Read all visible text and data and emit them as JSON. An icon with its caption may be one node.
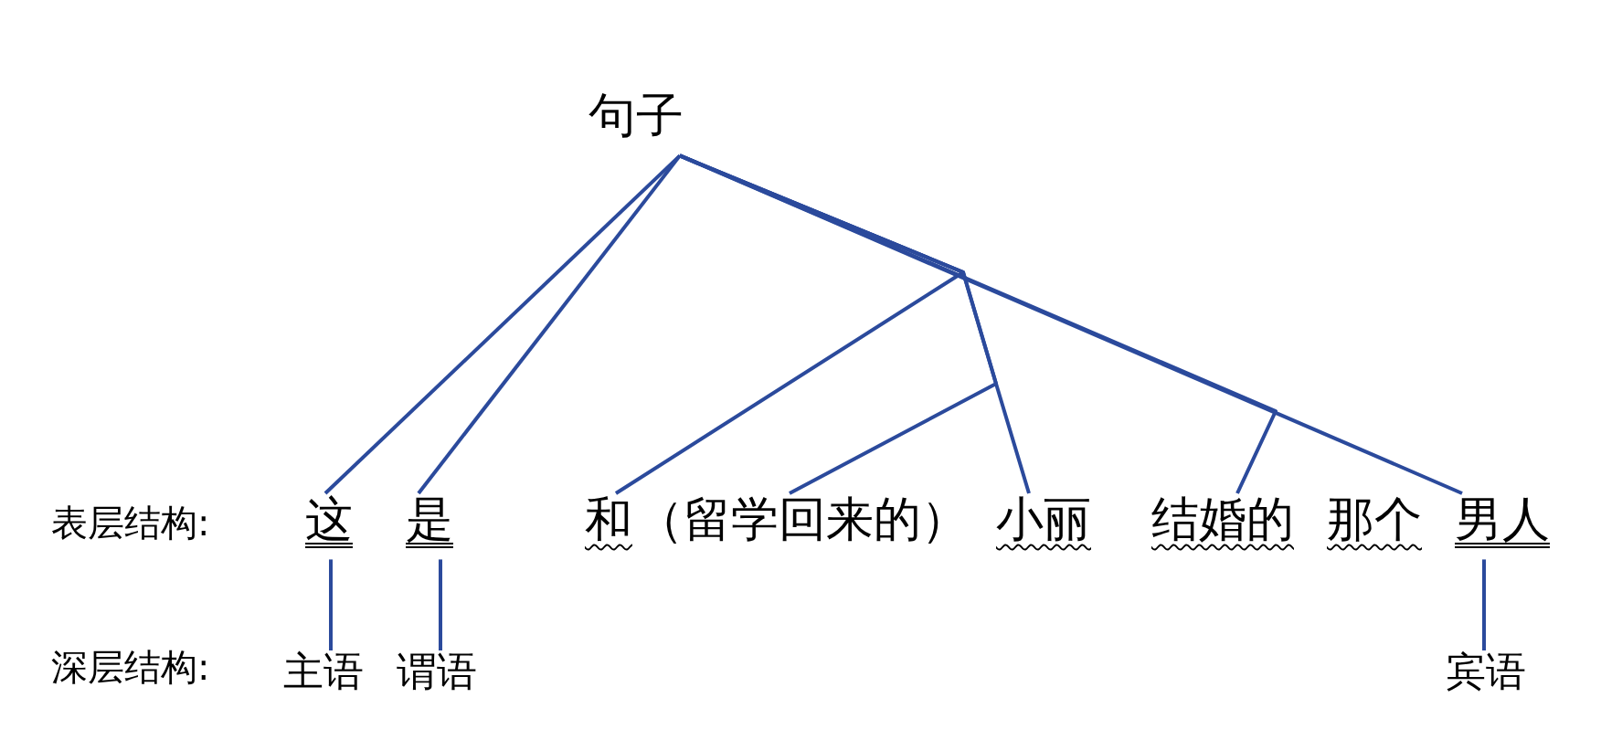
{
  "diagram": {
    "nodes": [
      {
        "text": [
          "句子"
        ]
      },
      {
        "text": [
          "这"
        ]
      },
      {
        "text": [
          "是"
        ]
      },
      {
        "text": [
          "和"
        ]
      },
      {
        "text": [
          "（留学回来的）"
        ]
      },
      {
        "text": [
          "小丽"
        ]
      },
      {
        "text": [
          "结婚的"
        ]
      },
      {
        "text": [
          "男人"
        ]
      },
      {
        "text": [
          "主语"
        ]
      },
      {
        "text": [
          "谓语"
        ]
      },
      {
        "text": [
          "宾语"
        ]
      }
    ],
    "edges": [
      {
        "from": 0,
        "to": 1,
        "arrow": "none"
      },
      {
        "from": 0,
        "to": 2,
        "arrow": "none"
      },
      {
        "from": 0,
        "to": 3,
        "arrow": "none"
      },
      {
        "from": 0,
        "to": 4,
        "arrow": "none"
      },
      {
        "from": 0,
        "to": 5,
        "arrow": "none"
      },
      {
        "from": 0,
        "to": 6,
        "arrow": "none"
      },
      {
        "from": 0,
        "to": 7,
        "arrow": "none"
      },
      {
        "from": 1,
        "to": 8,
        "arrow": "none"
      },
      {
        "from": 2,
        "to": 9,
        "arrow": "none"
      },
      {
        "from": 7,
        "to": 10,
        "arrow": "none"
      }
    ],
    "labels": [
      "表层结构:",
      "那个",
      "深层结构:"
    ]
  }
}
